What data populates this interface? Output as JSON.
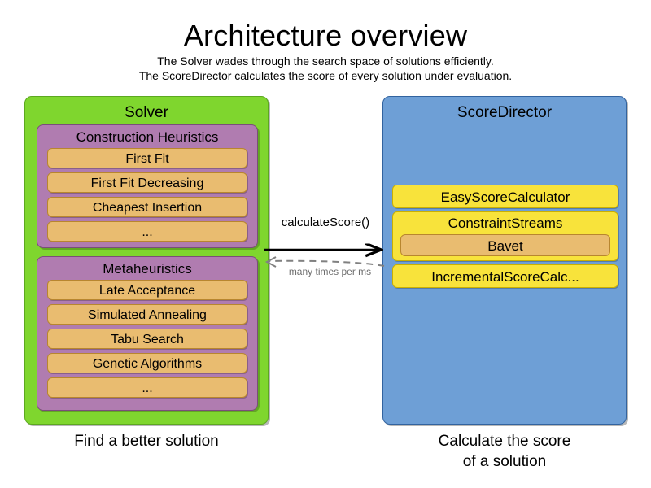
{
  "header": {
    "title": "Architecture overview",
    "subtitle_lines": [
      "The Solver wades through the search space of solutions efficiently.",
      "The ScoreDirector calculates the score of every solution under evaluation."
    ]
  },
  "colors": {
    "solver_panel": "#7FD62E",
    "scoredirector_panel": "#6E9FD6",
    "group": "#B07CB0",
    "item_orange": "#E9BC70",
    "item_yellow": "#F8E33B",
    "arrow_solid": "#000000",
    "arrow_dashed": "#808080"
  },
  "solver": {
    "title": "Solver",
    "caption": "Find a better solution",
    "groups": [
      {
        "title": "Construction Heuristics",
        "items": [
          "First Fit",
          "First Fit Decreasing",
          "Cheapest Insertion",
          "..."
        ]
      },
      {
        "title": "Metaheuristics",
        "items": [
          "Late Acceptance",
          "Simulated Annealing",
          "Tabu Search",
          "Genetic Algorithms",
          "..."
        ]
      }
    ]
  },
  "score_director": {
    "title": "ScoreDirector",
    "caption_line1": "Calculate the score",
    "caption_line2": "of a solution",
    "items": {
      "easy": "EasyScoreCalculator",
      "constraint_streams": "ConstraintStreams",
      "bavet": "Bavet",
      "incremental": "IncrementalScoreCalc..."
    }
  },
  "arrows": {
    "forward_label": "calculateScore()",
    "return_label": "many times per ms"
  }
}
